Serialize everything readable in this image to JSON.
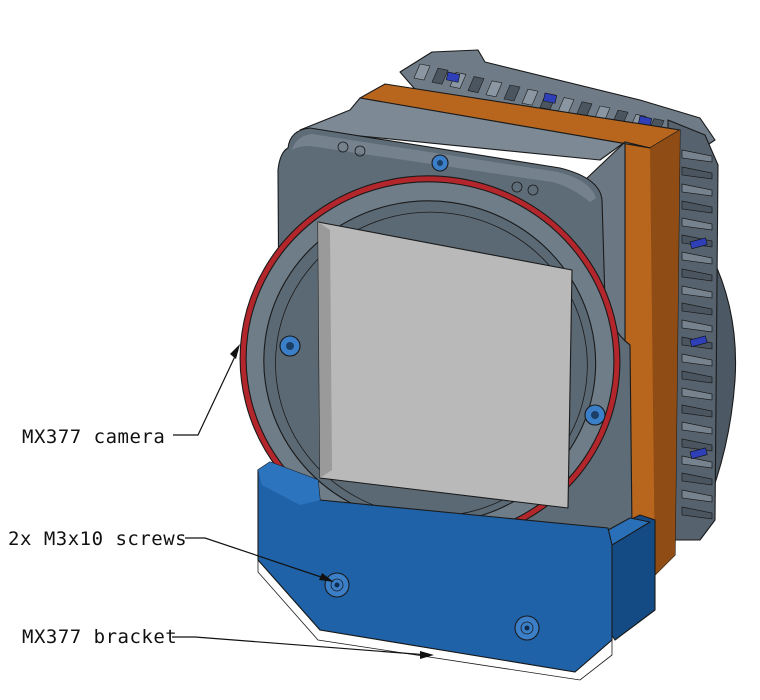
{
  "callouts": {
    "camera": "MX377 camera",
    "screws": "2x M3x10 screws",
    "bracket": "MX377 bracket"
  },
  "colors": {
    "camera_body": "#5e6c78",
    "camera_body_light": "#7a8894",
    "camera_body_dark": "#3f4a54",
    "orange_band": "#b8651e",
    "orange_band_dark": "#8f4c14",
    "sensor_window": "#b9b9b9",
    "red_ring": "#b3262c",
    "bracket_blue": "#1f62a8",
    "bracket_blue_dark": "#154b85",
    "screw_blue": "#3b7fc9",
    "fin_blue": "#2f3fb8"
  }
}
